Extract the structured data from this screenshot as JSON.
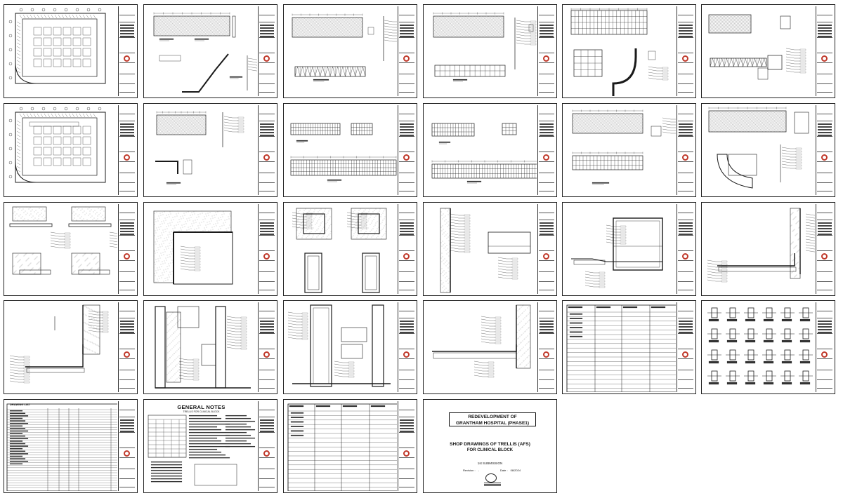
{
  "cover": {
    "project_line1": "REDEVELOPMENT OF",
    "project_line2": "GRANTHAM HOSPITAL (PHASE1)",
    "drawing_title_line1": "SHOP DRAWINGS OF TRELLIS (AFS)",
    "drawing_title_line2": "FOR CLINICAL BLOCK",
    "submission": "1st SUBMISSION",
    "revision_label": "Revision :",
    "revision_value": "-",
    "date_label": "Date :",
    "date_value": "08/2024"
  },
  "general_notes": {
    "title": "GENERAL NOTES",
    "subtitle": "TRELLIS FOR CLINICAL BLOCK"
  },
  "drawing_list": {
    "title": "DRAWING LIST"
  },
  "colors": {
    "line": "#1a1a1a",
    "hatch": "#555555",
    "logo": "#c0392b",
    "paper": "#ffffff"
  },
  "sheets": [
    {
      "kind": "plan-a"
    },
    {
      "kind": "elev-rect-lshape"
    },
    {
      "kind": "elev-truss"
    },
    {
      "kind": "elev-truss-2"
    },
    {
      "kind": "elev-curve"
    },
    {
      "kind": "elev-detail"
    },
    {
      "kind": "plan-b"
    },
    {
      "kind": "elev-small-lshape"
    },
    {
      "kind": "elev-long"
    },
    {
      "kind": "elev-long-2"
    },
    {
      "kind": "elev-two"
    },
    {
      "kind": "elev-curve-2"
    },
    {
      "kind": "detail-sections-4"
    },
    {
      "kind": "detail-corner"
    },
    {
      "kind": "detail-frames"
    },
    {
      "kind": "detail-vertical"
    },
    {
      "kind": "detail-box"
    },
    {
      "kind": "detail-l-big"
    },
    {
      "kind": "detail-l-left"
    },
    {
      "kind": "detail-columns"
    },
    {
      "kind": "detail-columns-2"
    },
    {
      "kind": "detail-section-right"
    },
    {
      "kind": "schedule-table"
    },
    {
      "kind": "detail-grid"
    },
    {
      "kind": "drawing-list"
    },
    {
      "kind": "general-notes"
    },
    {
      "kind": "schedule-table-2"
    },
    {
      "kind": "cover"
    }
  ]
}
